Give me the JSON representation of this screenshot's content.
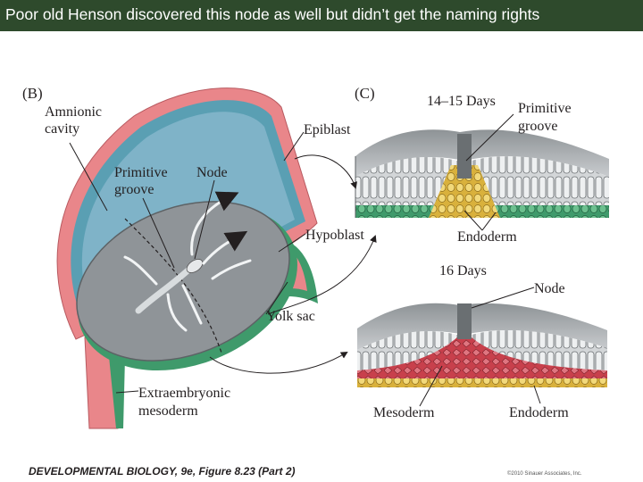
{
  "slide_title": "Poor old Henson discovered this node as well but didn’t get the naming rights",
  "panels": {
    "b": "(B)",
    "c": "(C)"
  },
  "labels": {
    "amnionic_1": "Amnionic",
    "amnionic_2": "cavity",
    "primitive_groove_b_1": "Primitive",
    "primitive_groove_b_2": "groove",
    "node_b": "Node",
    "epiblast": "Epiblast",
    "hypoblast": "Hypoblast",
    "yolk_sac": "Yolk sac",
    "extraembryonic_1": "Extraembryonic",
    "extraembryonic_2": "mesoderm",
    "days_14_15": "14–15 Days",
    "primitive_groove_c_1": "Primitive",
    "primitive_groove_c_2": "groove",
    "endoderm_top": "Endoderm",
    "days_16": "16 Days",
    "node_c": "Node",
    "mesoderm": "Mesoderm",
    "endoderm_bottom": "Endoderm"
  },
  "footer": {
    "source": "DEVELOPMENTAL BIOLOGY, 9e, Figure 8.23 (Part 2)",
    "copyright": "©2010 Sinauer Associates, Inc."
  },
  "colors": {
    "title_bg": "#2e4a2c",
    "amnion_pink": "#e9868a",
    "cavity_blue": "#7fb3c8",
    "disc_gray": "#8f9498",
    "epiblast_gray": "#b4b8bb",
    "hypoblast_green": "#3f9a6b",
    "endoderm_yellow": "#e6c24a",
    "mesoderm_red": "#d04a55"
  }
}
